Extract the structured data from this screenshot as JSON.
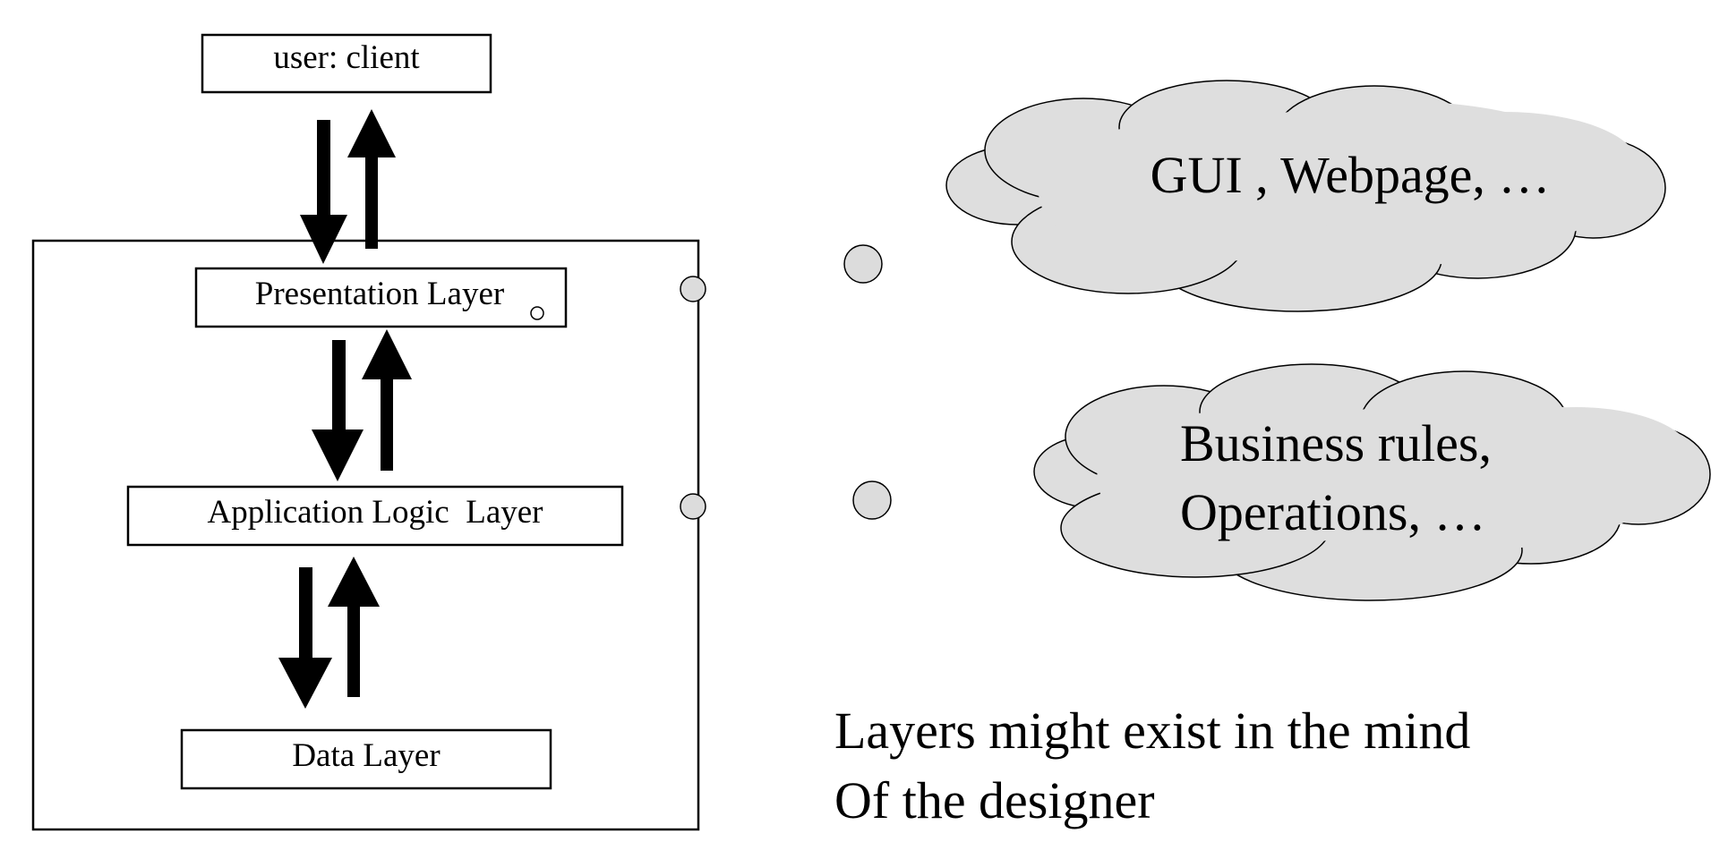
{
  "diagram": {
    "client_box": {
      "label": "user: client"
    },
    "layers": [
      {
        "label": "Presentation Layer"
      },
      {
        "label": "Application Logic  Layer"
      },
      {
        "label": "Data Layer"
      }
    ],
    "clouds": [
      {
        "lines": [
          "GUI , Webpage, …"
        ]
      },
      {
        "lines": [
          "Business rules,",
          "Operations, …"
        ]
      }
    ],
    "note_lines": [
      "Layers might exist in the mind",
      "Of the designer"
    ],
    "colors": {
      "stroke": "#000000",
      "cloud_fill": "#dedede",
      "bubble_fill": "#dcdcdc"
    }
  }
}
